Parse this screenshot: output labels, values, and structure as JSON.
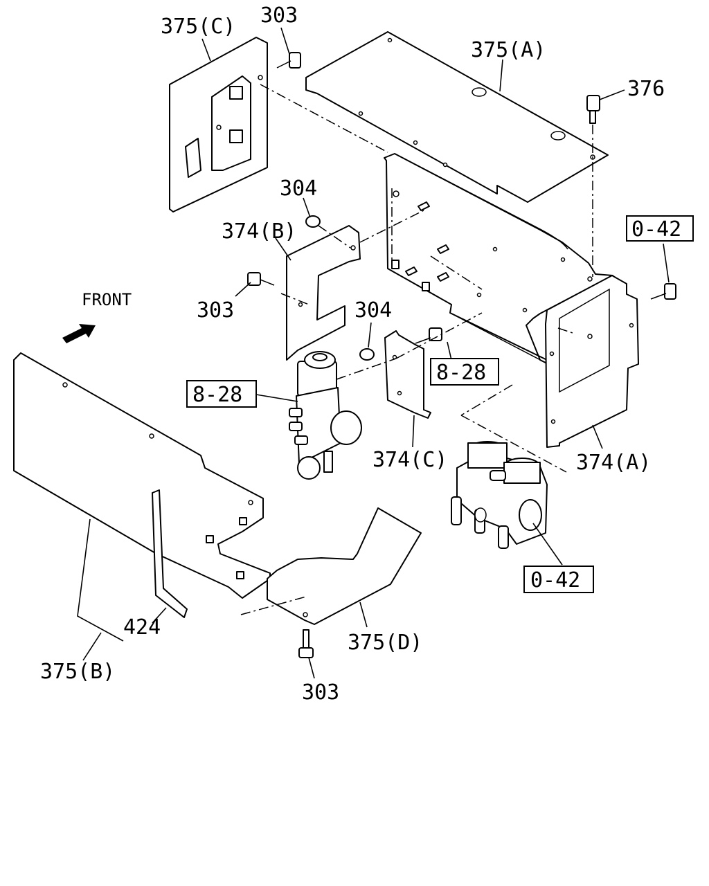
{
  "diagram": {
    "front_label": "FRONT",
    "callouts": {
      "p375c": "375(C)",
      "p303_top": "303",
      "p375a": "375(A)",
      "p376": "376",
      "p304_upper": "304",
      "p374b": "374(B)",
      "p0_42_right": "0-42",
      "p303_mid": "303",
      "p304_lower": "304",
      "p8_28_right": "8-28",
      "p8_28_left": "8-28",
      "p374c": "374(C)",
      "p374a": "374(A)",
      "p0_42_bottom": "0-42",
      "p424": "424",
      "p375d": "375(D)",
      "p375b": "375(B)",
      "p303_bottom": "303"
    }
  }
}
